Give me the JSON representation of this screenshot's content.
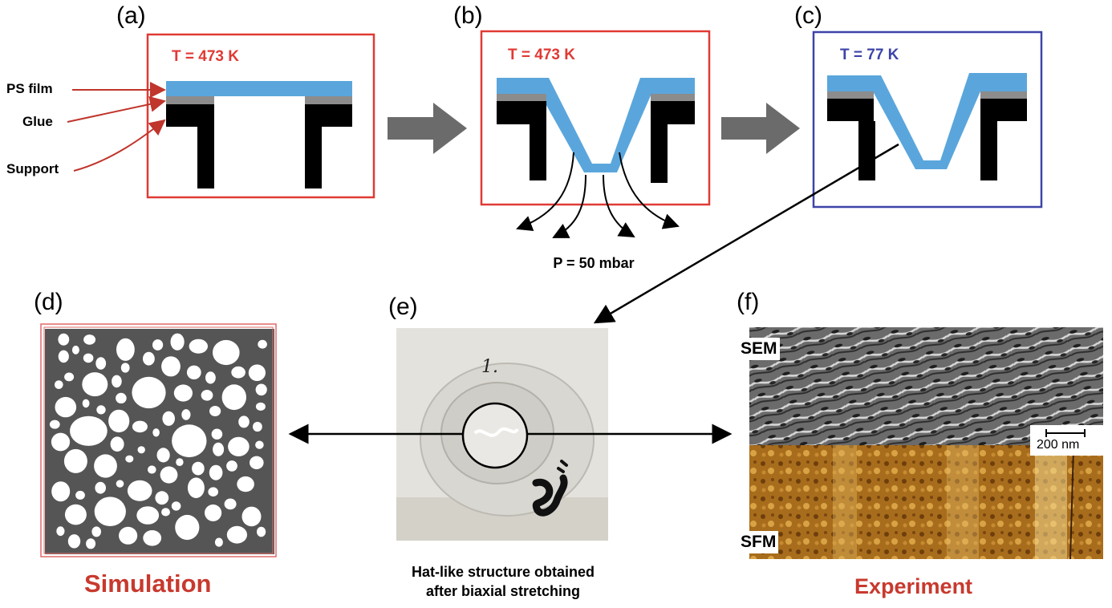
{
  "panels": {
    "a": {
      "label": "(a)",
      "temperature": "T = 473 K"
    },
    "b": {
      "label": "(b)",
      "temperature": "T = 473 K",
      "pressure": "P = 50 mbar"
    },
    "c": {
      "label": "(c)",
      "temperature": "T = 77 K"
    },
    "d": {
      "label": "(d)",
      "title": "Simulation"
    },
    "e": {
      "label": "(e)",
      "caption_line1": "Hat-like structure obtained",
      "caption_line2": "after biaxial stretching",
      "sample_mark": "1."
    },
    "f": {
      "label": "(f)",
      "title": "Experiment",
      "sem_tag": "SEM",
      "sfm_tag": "SFM",
      "scale_bar": "200 nm"
    }
  },
  "legend": {
    "ps_film": "PS film",
    "glue": "Glue",
    "support": "Support"
  },
  "colors": {
    "red_frame": "#e03a34",
    "blue_frame": "#3d44a8",
    "film": "#5aa6dc",
    "glue": "#8c8c8c",
    "support": "#000000",
    "title_red": "#c8392e",
    "arrow_gray": "#6b6b6b"
  }
}
